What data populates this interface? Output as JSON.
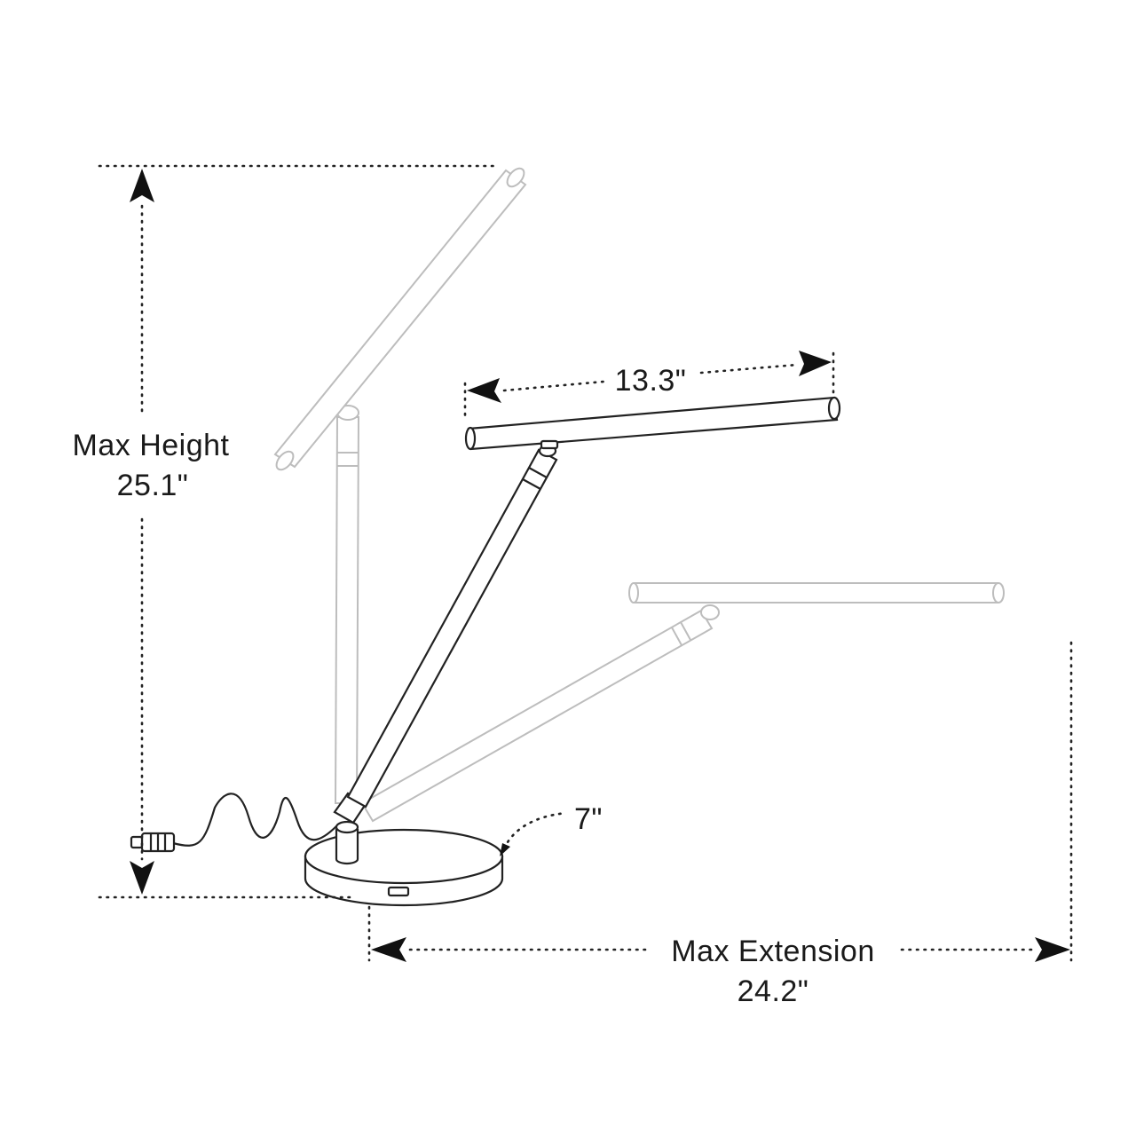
{
  "dimensions": {
    "height_label": "Max Height",
    "height_value": "25.1\"",
    "extension_label": "Max Extension",
    "extension_value": "24.2\"",
    "head_length": "13.3\"",
    "base_diameter": "7\""
  }
}
